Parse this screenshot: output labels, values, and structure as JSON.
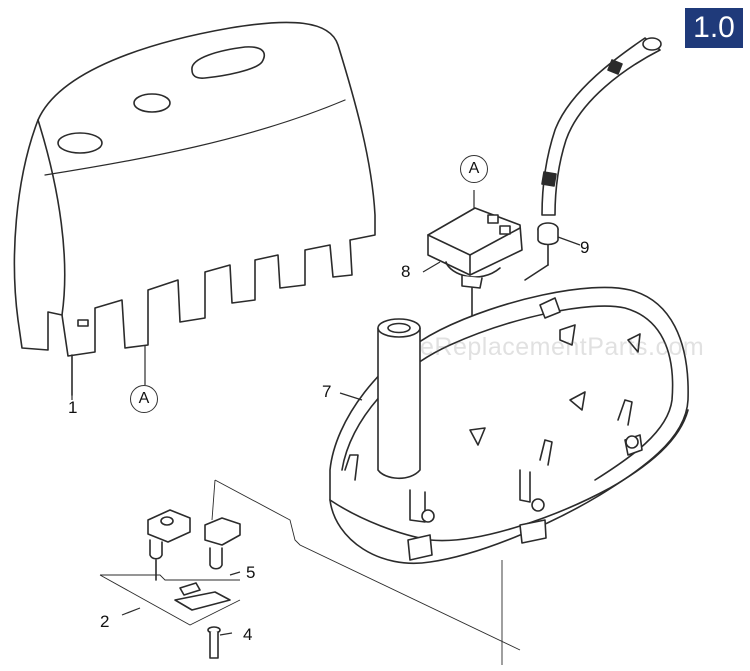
{
  "page_badge": "1.0",
  "watermark": "eReplacementParts.com",
  "callouts": {
    "p1": "1",
    "p2": "2",
    "p4": "4",
    "p5": "5",
    "p7": "7",
    "p8": "8",
    "p9": "9"
  },
  "refs": {
    "a_top": "A",
    "a_bottom": "A"
  }
}
